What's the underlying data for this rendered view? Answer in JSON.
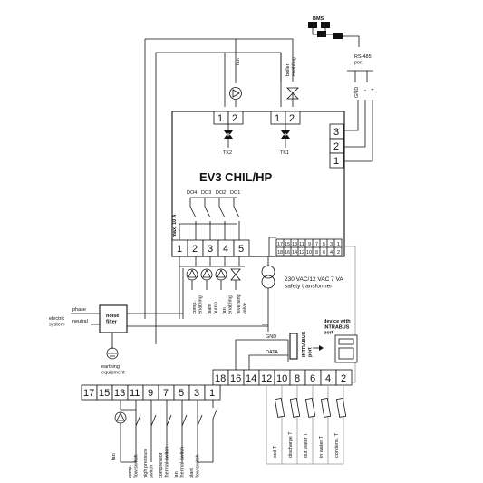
{
  "controller": {
    "title": "EV3 CHIL/HP",
    "max_label": "max. 10 A",
    "relays": [
      "DO4",
      "DO3",
      "DO2",
      "DO1"
    ],
    "relay_terminals": [
      "1",
      "2",
      "3",
      "4",
      "5"
    ],
    "tk_terminals_left": [
      "1",
      "2"
    ],
    "tk_terminals_right": [
      "1",
      "2"
    ],
    "tk2": "TK2",
    "tk1": "TK1",
    "rs_terminals": [
      "3",
      "2",
      "1"
    ],
    "mini_top": [
      "17",
      "15",
      "13",
      "11",
      "9",
      "7",
      "5",
      "3",
      "1"
    ],
    "mini_bottom": [
      "18",
      "16",
      "14",
      "12",
      "10",
      "8",
      "6",
      "4",
      "2"
    ]
  },
  "top_labels": {
    "bms": "BMS",
    "rs485": "RS-485\nport",
    "gnd_rs": "GND",
    "minus": "-",
    "plus": "+",
    "fan": "fan",
    "boiler": "boiler\nenabling"
  },
  "relay_loads": [
    "comp.\nenabling",
    "plant\npump",
    "fan\nenabling",
    "reversing\nvalve"
  ],
  "transformer": "230 VAC/12 VAC 7 VA\nsafety transformer",
  "power": {
    "phase": "phase",
    "electric_system": "electric\nsystem",
    "neutral": "neutral",
    "noise_filter": "noise\nfilter",
    "earthing": "earthing\nequipment"
  },
  "intrabus": {
    "gnd": "GND",
    "data": "DATA",
    "port": "INTRABUS\nport",
    "device": "device with\nINTRABUS\nport"
  },
  "bottom_strip": [
    "18",
    "16",
    "14",
    "12",
    "10",
    "8",
    "6",
    "4",
    "2"
  ],
  "left_strip": [
    "17",
    "15",
    "13",
    "11",
    "9",
    "7",
    "5",
    "3",
    "1"
  ],
  "inputs": [
    "fan",
    "comp.\nflow switch",
    "high pressure\nswitch",
    "compressor\nthermal switch",
    "fan\nthermal switch",
    "plant\nflow switch"
  ],
  "probes": [
    "coil T",
    "discharge T",
    "out water T",
    "in water T",
    "condens. T"
  ]
}
